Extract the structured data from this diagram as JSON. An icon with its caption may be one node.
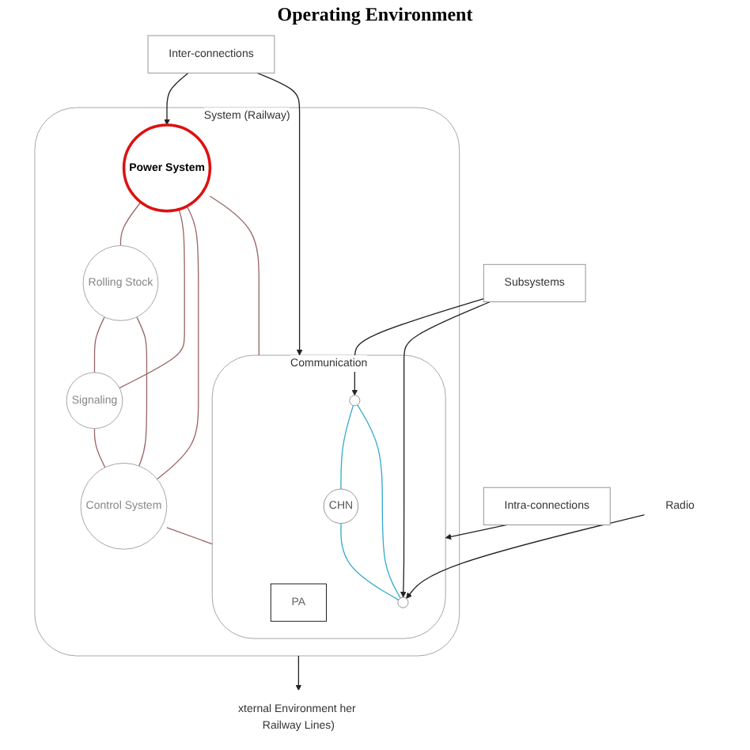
{
  "diagram": {
    "nodes": [
      {
        "text": [
          "System (Railway)"
        ]
      },
      {
        "text": [
          "Power System"
        ],
        "in": 0
      },
      {
        "text": [
          "Rolling Stock"
        ],
        "in": 0
      },
      {
        "text": [
          "Signaling"
        ],
        "in": 0
      },
      {
        "text": [
          "Control System"
        ],
        "in": 0
      },
      {
        "text": [
          "Communication"
        ],
        "in": 0
      },
      {
        "text": [
          "PA"
        ],
        "in": 5
      },
      {
        "text": [],
        "shape": "circle",
        "in": 5
      },
      {
        "text": [
          "CHN"
        ],
        "in": 5
      },
      {
        "text": [],
        "shape": "circle",
        "in": 5
      },
      {
        "text": [
          "Inter-connections"
        ]
      },
      {
        "text": [
          "Subsystems"
        ]
      },
      {
        "text": [
          "Intra-connections"
        ]
      },
      {
        "text": [
          "Radio"
        ]
      },
      {
        "text": [
          "xternal Environment her Railway Lines)"
        ]
      }
    ],
    "edges": [
      {
        "from": 1,
        "to": 2,
        "arrow": "none"
      },
      {
        "from": 1,
        "to": 3,
        "arrow": "none"
      },
      {
        "from": 1,
        "to": 4,
        "arrow": "none"
      },
      {
        "from": 1,
        "to": 5,
        "arrow": "none"
      },
      {
        "from": 2,
        "to": 3,
        "arrow": "none"
      },
      {
        "from": 2,
        "to": 4,
        "arrow": "none"
      },
      {
        "from": 3,
        "to": 4,
        "arrow": "none"
      },
      {
        "from": 4,
        "to": 5,
        "arrow": "none"
      },
      {
        "from": 7,
        "to": 8,
        "arrow": "none",
        "color": "#33aacc"
      },
      {
        "from": 8,
        "to": 9,
        "arrow": "none",
        "color": "#33aacc"
      },
      {
        "from": 9,
        "to": 7,
        "arrow": "none",
        "color": "#33aacc"
      },
      {
        "from": 10,
        "to": 1,
        "arrow": "to",
        "color": "#222222"
      },
      {
        "from": 10,
        "to": 5,
        "arrow": "to",
        "color": "#222222"
      },
      {
        "from": 11,
        "to": 7,
        "arrow": "to",
        "color": "#222222"
      },
      {
        "from": 11,
        "to": 9,
        "arrow": "to",
        "color": "#222222"
      },
      {
        "from": 13,
        "to": 9,
        "arrow": "to",
        "color": "#222222"
      },
      {
        "from": 12,
        "to": 5,
        "arrow": "to",
        "color": "#222222"
      },
      {
        "from": 0,
        "to": 14,
        "arrow": "to",
        "color": "#222222"
      }
    ],
    "labels": [
      "Operating Environment"
    ]
  }
}
